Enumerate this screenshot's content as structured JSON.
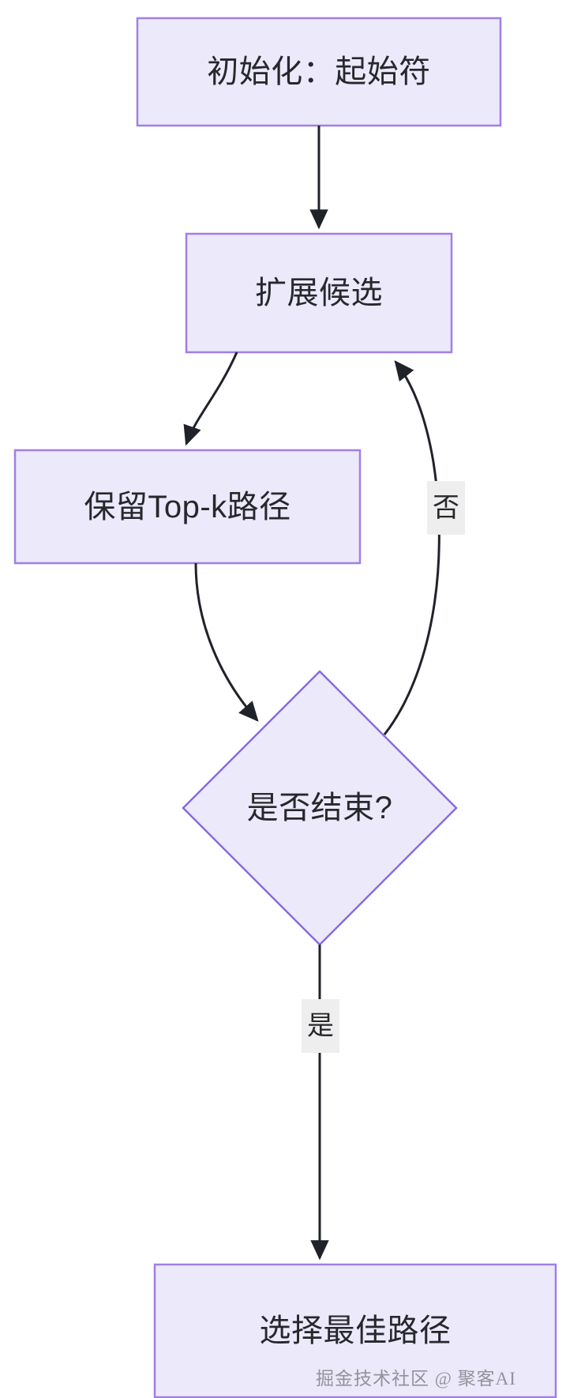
{
  "diagram": {
    "type": "flowchart",
    "direction": "top-to-bottom",
    "background_color": "#FFFFFF",
    "node_fill_color": "#ECE9FB",
    "node_border_color": "#A07FE6",
    "node_text_color": "#26282C",
    "edge_color": "#1F2329",
    "edge_label_background": "#EEEEEE",
    "nodes": [
      {
        "id": "init",
        "shape": "rect",
        "label": "初始化：起始符"
      },
      {
        "id": "expand",
        "shape": "rect",
        "label": "扩展候选"
      },
      {
        "id": "topk",
        "shape": "rect",
        "label": "保留Top-k路径"
      },
      {
        "id": "decision",
        "shape": "diamond",
        "label": "是否结束?"
      },
      {
        "id": "best",
        "shape": "rect",
        "label": "选择最佳路径"
      }
    ],
    "edges": [
      {
        "from": "init",
        "to": "expand",
        "label": ""
      },
      {
        "from": "expand",
        "to": "topk",
        "label": ""
      },
      {
        "from": "topk",
        "to": "decision",
        "label": ""
      },
      {
        "from": "decision",
        "to": "expand",
        "label": "否"
      },
      {
        "from": "decision",
        "to": "best",
        "label": "是"
      }
    ]
  },
  "labels": {
    "no": "否",
    "yes": "是"
  },
  "watermark": {
    "text": "掘金技术社区 @ 聚客AI"
  }
}
